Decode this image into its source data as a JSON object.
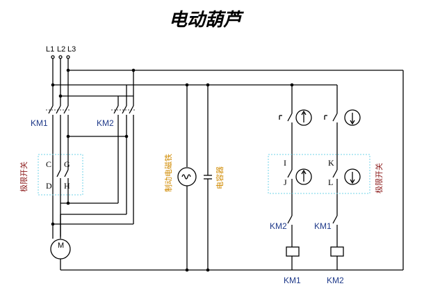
{
  "title": "电动葫芦",
  "labels": {
    "l1": "L1",
    "l2": "L2",
    "l3": "L3",
    "km1": "KM1",
    "km2": "KM2",
    "c": "C",
    "g": "G",
    "d": "D",
    "h": "H",
    "i": "I",
    "j": "J",
    "k": "K",
    "l": "L",
    "motor": "M",
    "limit_left": "极限开关",
    "limit_right": "极限开关",
    "brake": "制动电磁铁",
    "capacitor": "电容器",
    "ctrl_km2": "KM2",
    "ctrl_km1": "KM1",
    "coil_km1": "KM1",
    "coil_km2": "KM2"
  },
  "colors": {
    "wire": "#000000",
    "limit_box": "#6fd3e8",
    "km_label": "#1f3a8a",
    "limit_text": "#8b1a1a",
    "brake_text": "#d08a00"
  }
}
